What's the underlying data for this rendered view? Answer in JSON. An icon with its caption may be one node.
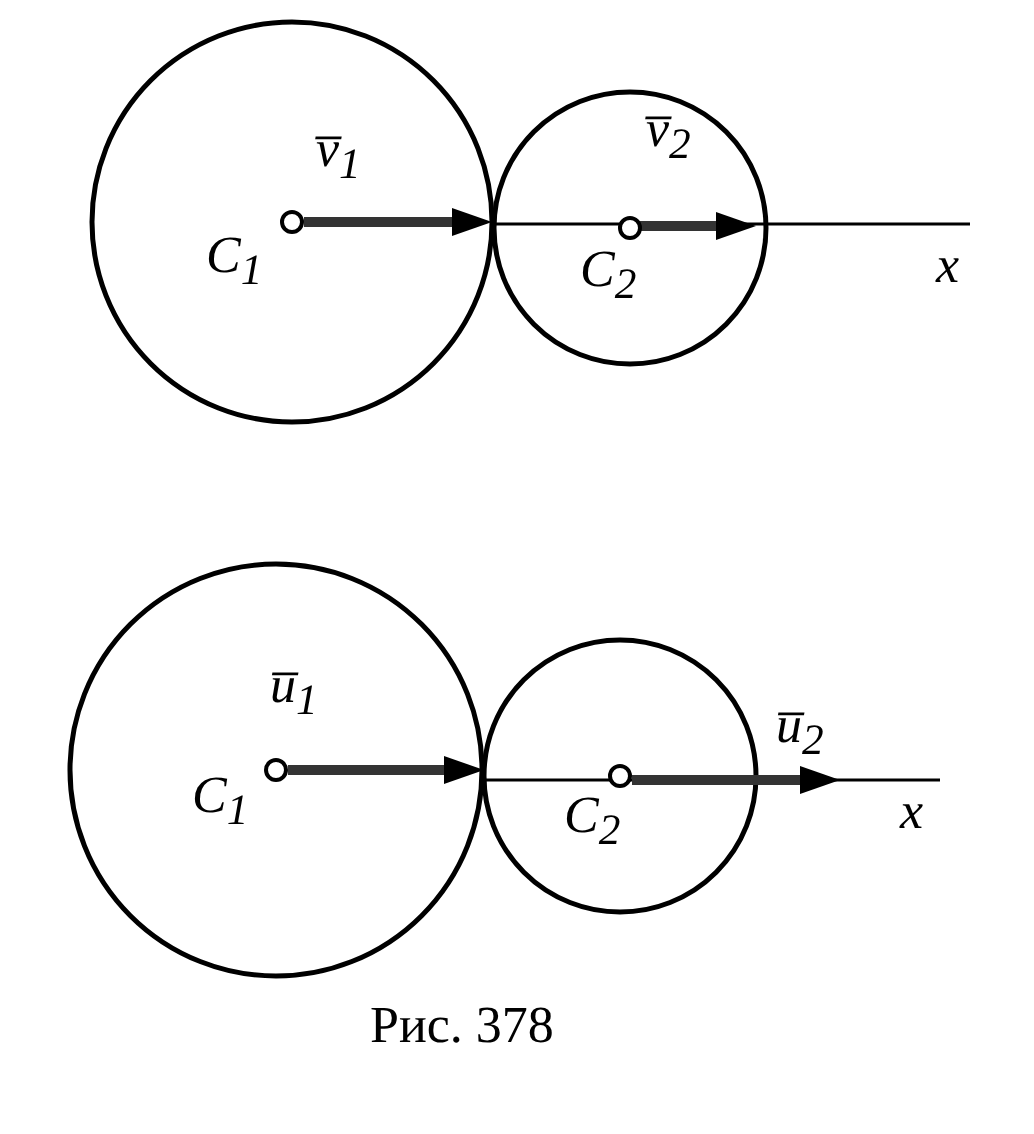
{
  "diagram": {
    "caption": "Рис. 378",
    "labels": [
      "v̅$_{1}$",
      "v̅$_{2}$",
      "C$_{1}$",
      "C$_{2}$",
      "x",
      "u̅$_{1}$",
      "u̅$_{2}$",
      "C$_{1}$",
      "C$_{2}$",
      "x"
    ]
  }
}
